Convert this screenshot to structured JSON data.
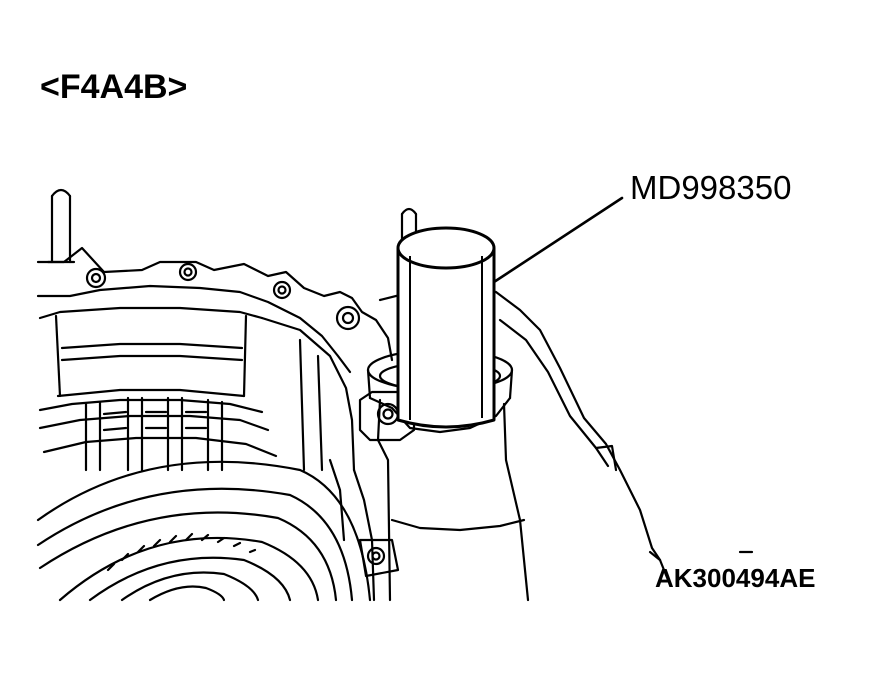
{
  "diagram": {
    "variant_label": "<F4A4B>",
    "tool_label": "MD998350",
    "figure_code": "AK300494AE",
    "parts": {
      "transaxle_case": "transaxle-case",
      "special_tool": "md998350-installer-tool",
      "leader_line": "tool-leader-line"
    },
    "line_color": "#000000",
    "background_color": "#ffffff"
  }
}
